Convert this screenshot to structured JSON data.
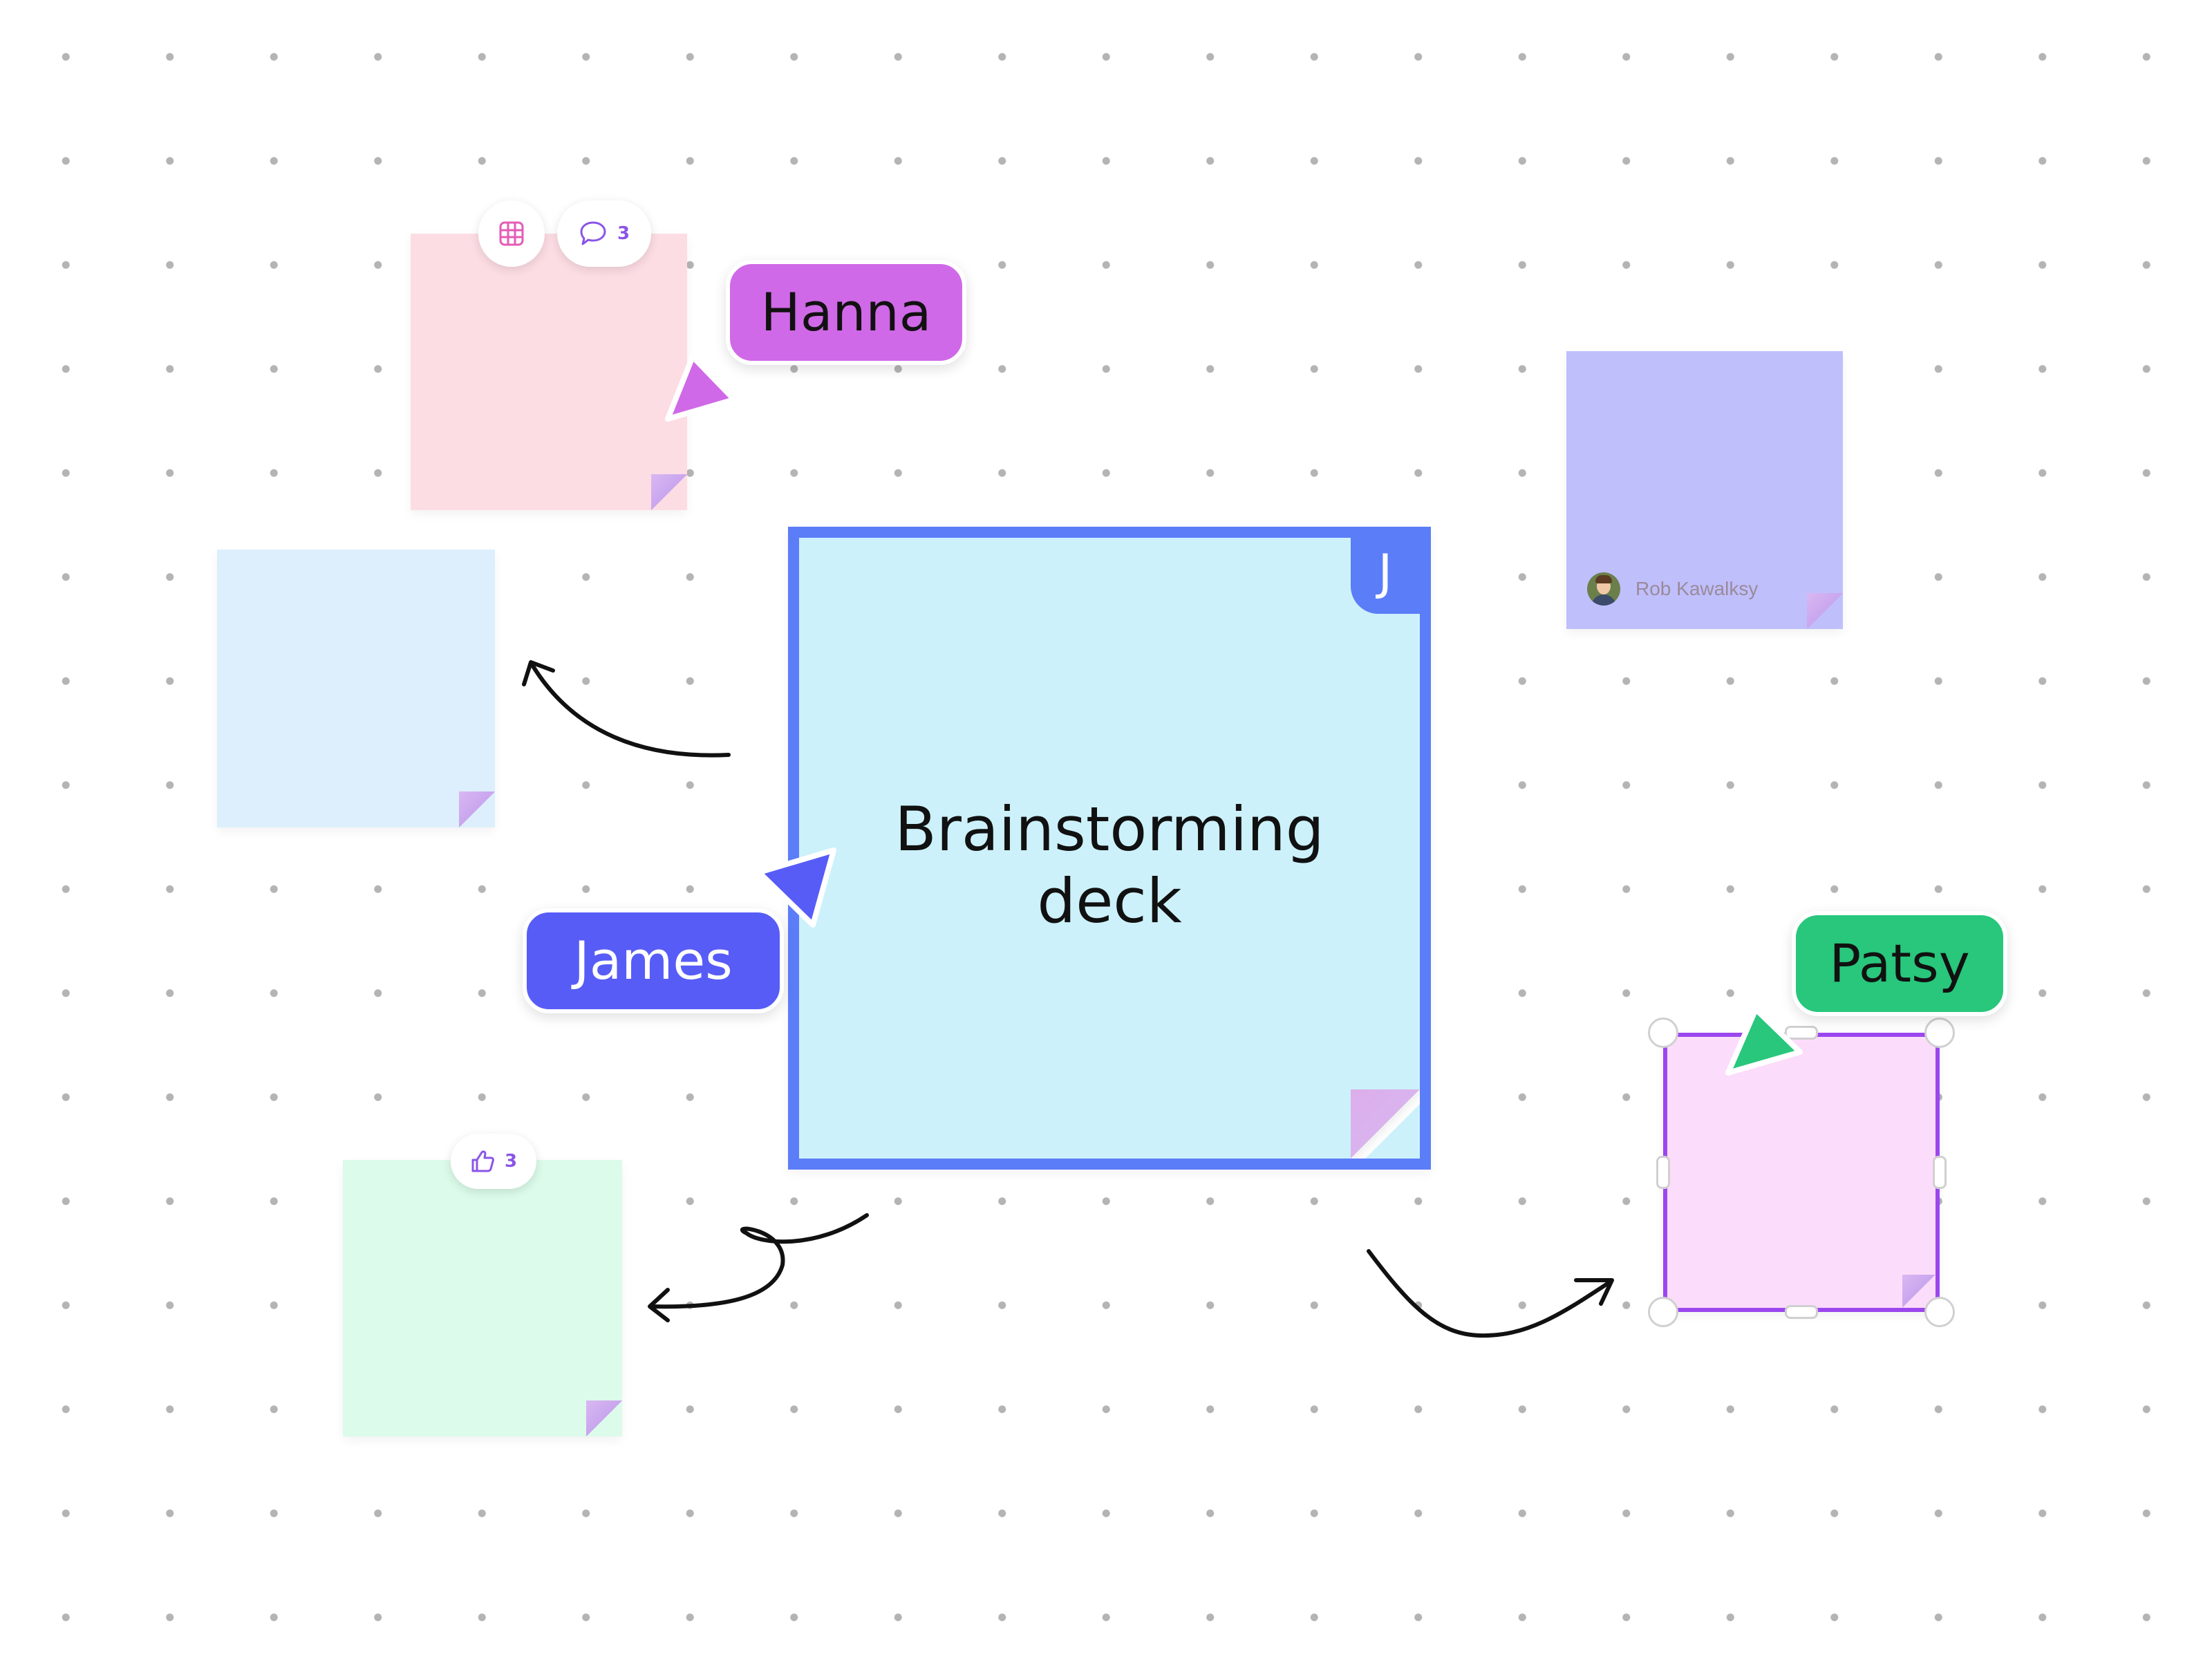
{
  "main_note": {
    "title": "Brainstorming\ndeck",
    "editor_initial": "J"
  },
  "pink_note": {
    "comment_count": "3"
  },
  "mint_note": {
    "like_count": "3"
  },
  "lavender_note": {
    "author_name": "Rob Kawalksy"
  },
  "cursors": {
    "hanna": {
      "label": "Hanna",
      "color": "#d069e7"
    },
    "james": {
      "label": "James",
      "color": "#575cf7"
    },
    "patsy": {
      "label": "Patsy",
      "color": "#28c77c"
    }
  },
  "colors": {
    "pink_note": "#fddde4",
    "lightblue_note": "#ddeffd",
    "lavender_note": "#bfbffc",
    "mint_note": "#dcfbea",
    "main_note": "#ccf1fb",
    "main_note_border": "#5b7df8",
    "selected_note": "#fcdcfb",
    "selection_border": "#9b47ee"
  }
}
